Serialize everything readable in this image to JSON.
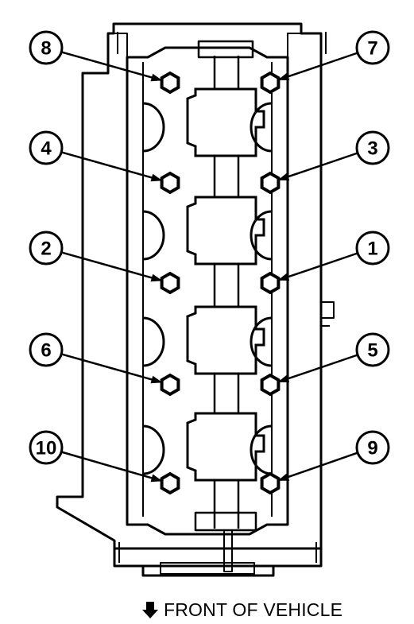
{
  "diagram": {
    "bolts": [
      {
        "label": "8"
      },
      {
        "label": "7"
      },
      {
        "label": "4"
      },
      {
        "label": "3"
      },
      {
        "label": "2"
      },
      {
        "label": "1"
      },
      {
        "label": "6"
      },
      {
        "label": "5"
      },
      {
        "label": "10"
      },
      {
        "label": "9"
      }
    ],
    "caption": "FRONT OF VEHICLE",
    "caption_icon": "arrow-down-icon",
    "colors": {
      "stroke": "#000000",
      "background": "#ffffff"
    }
  }
}
